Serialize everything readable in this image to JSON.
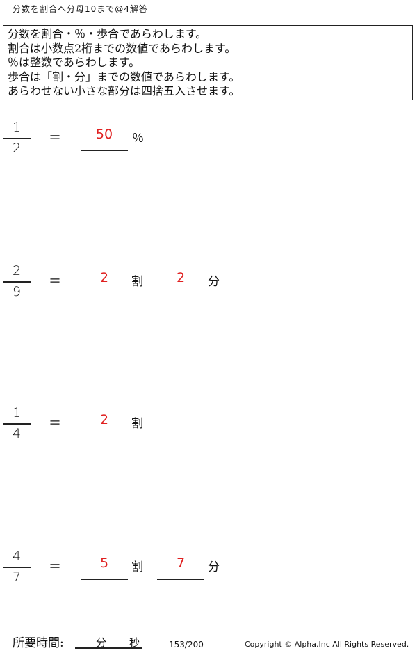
{
  "header": {
    "title": "分数を割合へ分母10まで@4解答"
  },
  "instructions": [
    "分数を割合・％・歩合であらわします。",
    "割合は小数点2桁までの数値であらわします。",
    "％は整数であらわします。",
    "歩合は「割・分」までの数値であらわします。",
    "あらわせない小さな部分は四捨五入させます。"
  ],
  "equals_sign": "＝",
  "problems": [
    {
      "numerator": "1",
      "denominator": "2",
      "answer1": "50",
      "unit1": "％"
    },
    {
      "numerator": "2",
      "denominator": "9",
      "answer1": "2",
      "unit1": "割",
      "answer2": "2",
      "unit2": "分"
    },
    {
      "numerator": "1",
      "denominator": "4",
      "answer1": "2",
      "unit1": "割"
    },
    {
      "numerator": "4",
      "denominator": "7",
      "answer1": "5",
      "unit1": "割",
      "answer2": "7",
      "unit2": "分"
    }
  ],
  "footer": {
    "time_label": "所要時間:",
    "minutes_label": "分",
    "seconds_label": "秒",
    "page": "153/200",
    "copyright": "Copyright ©  Alpha.Inc All Rights Reserved."
  },
  "colors": {
    "answer": "#e02020",
    "text": "#111111"
  }
}
